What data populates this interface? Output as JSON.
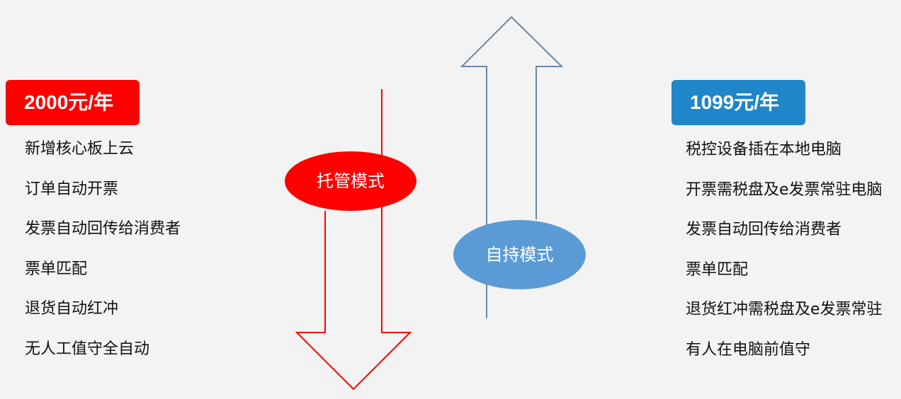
{
  "hosted": {
    "price": "2000元/年",
    "mode_label": "托管模式",
    "features": [
      "新增核心板上云",
      "订单自动开票",
      "发票自动回传给消费者",
      "票单匹配",
      "退货自动红冲",
      "无人工值守全自动"
    ],
    "color": "#ff0000"
  },
  "self_hosted": {
    "price": "1099元/年",
    "mode_label": "自持模式",
    "features": [
      "税控设备插在本地电脑",
      "开票需税盘及e发票常驻电脑",
      "发票自动回传给消费者",
      "票单匹配",
      "退货红冲需税盘及e发票常驻",
      "有人在电脑前值守"
    ],
    "badge_color": "#1e86c9",
    "ellipse_color": "#5b9bd5",
    "arrow_color": "#6b88a4"
  }
}
